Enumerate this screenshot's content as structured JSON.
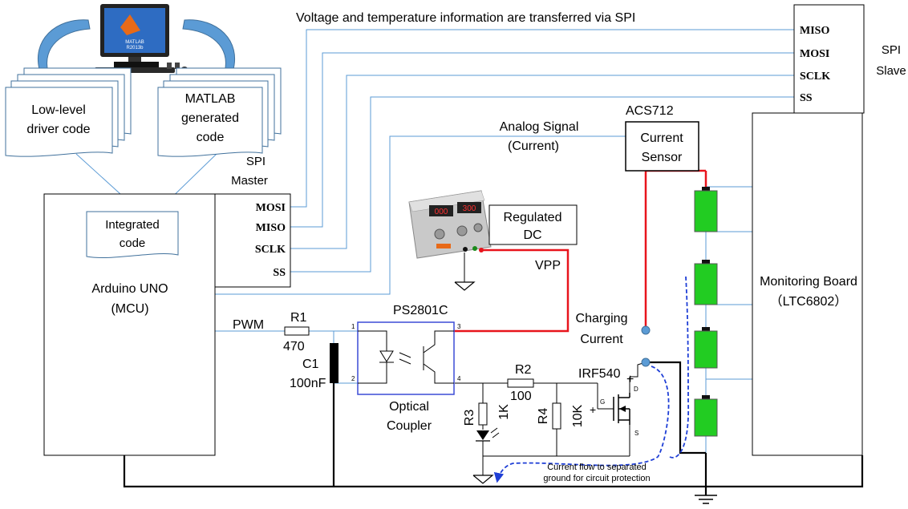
{
  "labels": {
    "spi_note": "Voltage and temperature information are transferred via SPI",
    "low_level_line1": "Low-level",
    "low_level_line2": "driver code",
    "matlab_line1": "MATLAB",
    "matlab_line2": "generated",
    "matlab_line3": "code",
    "integrated_line1": "Integrated",
    "integrated_line2": "code",
    "spi_master_line1": "SPI",
    "spi_master_line2": "Master",
    "spi_slave_line1": "SPI",
    "spi_slave_line2": "Slave",
    "master_pins": [
      "MOSI",
      "MISO",
      "SCLK",
      "SS"
    ],
    "slave_pins": [
      "MISO",
      "MOSI",
      "SCLK",
      "SS"
    ],
    "arduino_line1": "Arduino UNO",
    "arduino_line2": "(MCU)",
    "acs": "ACS712",
    "current_sensor_line1": "Current",
    "current_sensor_line2": "Sensor",
    "analog_line1": "Analog Signal",
    "analog_line2": "(Current)",
    "regulated_line1": "Regulated",
    "regulated_line2": "DC",
    "vpp": "VPP",
    "monitoring_line1": "Monitoring  Board",
    "monitoring_line2": "（LTC6802）",
    "pwm": "PWM",
    "r1": "R1",
    "r1_value": "470",
    "c1": "C1",
    "c1_value": "100nF",
    "ps2801c": "PS2801C",
    "optical_line1": "Optical",
    "optical_line2": "Coupler",
    "pin1": "1",
    "pin2": "2",
    "pin3": "3",
    "pin4": "4",
    "charging_line1": "Charging",
    "charging_line2": "Current",
    "r2": "R2",
    "r2_value": "100",
    "r3": "R3",
    "r3_value": "1K",
    "r4": "R4",
    "r4_value": "10K",
    "irf540": "IRF540",
    "plus": "+",
    "drain": "D",
    "gate": "G",
    "source": "S",
    "current_flow_line1": "Current flow to separated",
    "current_flow_line2": "ground for circuit protection",
    "monitor_screen_line1": "MATLAB",
    "monitor_screen_line2": "R2013b"
  },
  "colors": {
    "spi_wire": "#5b9bd5",
    "power_wire": "#e8141c",
    "ground_wire": "#000000",
    "battery_fill": "#22cc22",
    "optocoupler_border": "#3b4cd6",
    "current_flow": "#1f3fd6",
    "arrow_fill": "#5b9bd5",
    "node": "#5b9bd5"
  }
}
